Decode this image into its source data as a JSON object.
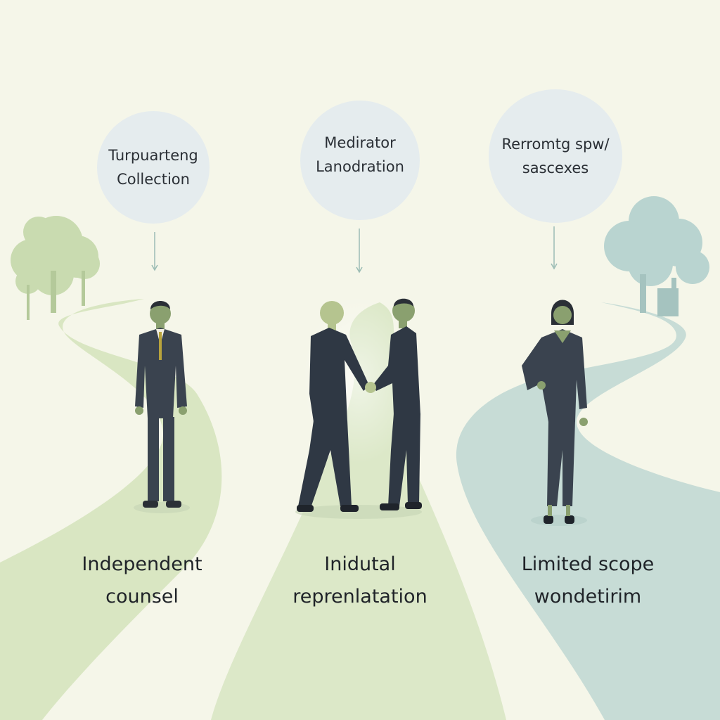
{
  "colors": {
    "background": "#f5f6e9",
    "path_green": "#d9e6c2",
    "path_teal": "#c7dcd6",
    "bubble": "#e5ecee",
    "suit": "#3a434f",
    "tree_green": "#c9dbb0",
    "tree_teal": "#b9d4d0"
  },
  "bubbles": [
    {
      "line1": "Turpuarteng",
      "line2": "Collection"
    },
    {
      "line1": "Medirator",
      "line2": "Lanodration"
    },
    {
      "line1": "Rerromtg spw/",
      "line2": "sascexes"
    }
  ],
  "captions": [
    {
      "line1": "Independent",
      "line2": "counsel"
    },
    {
      "line1": "Inidutal",
      "line2": "reprenlatation"
    },
    {
      "line1": "Limited scope",
      "line2": "wondetirim"
    }
  ],
  "icons": [
    "tree-icon",
    "person-icon",
    "handshake-icon",
    "arrow-down-icon"
  ]
}
